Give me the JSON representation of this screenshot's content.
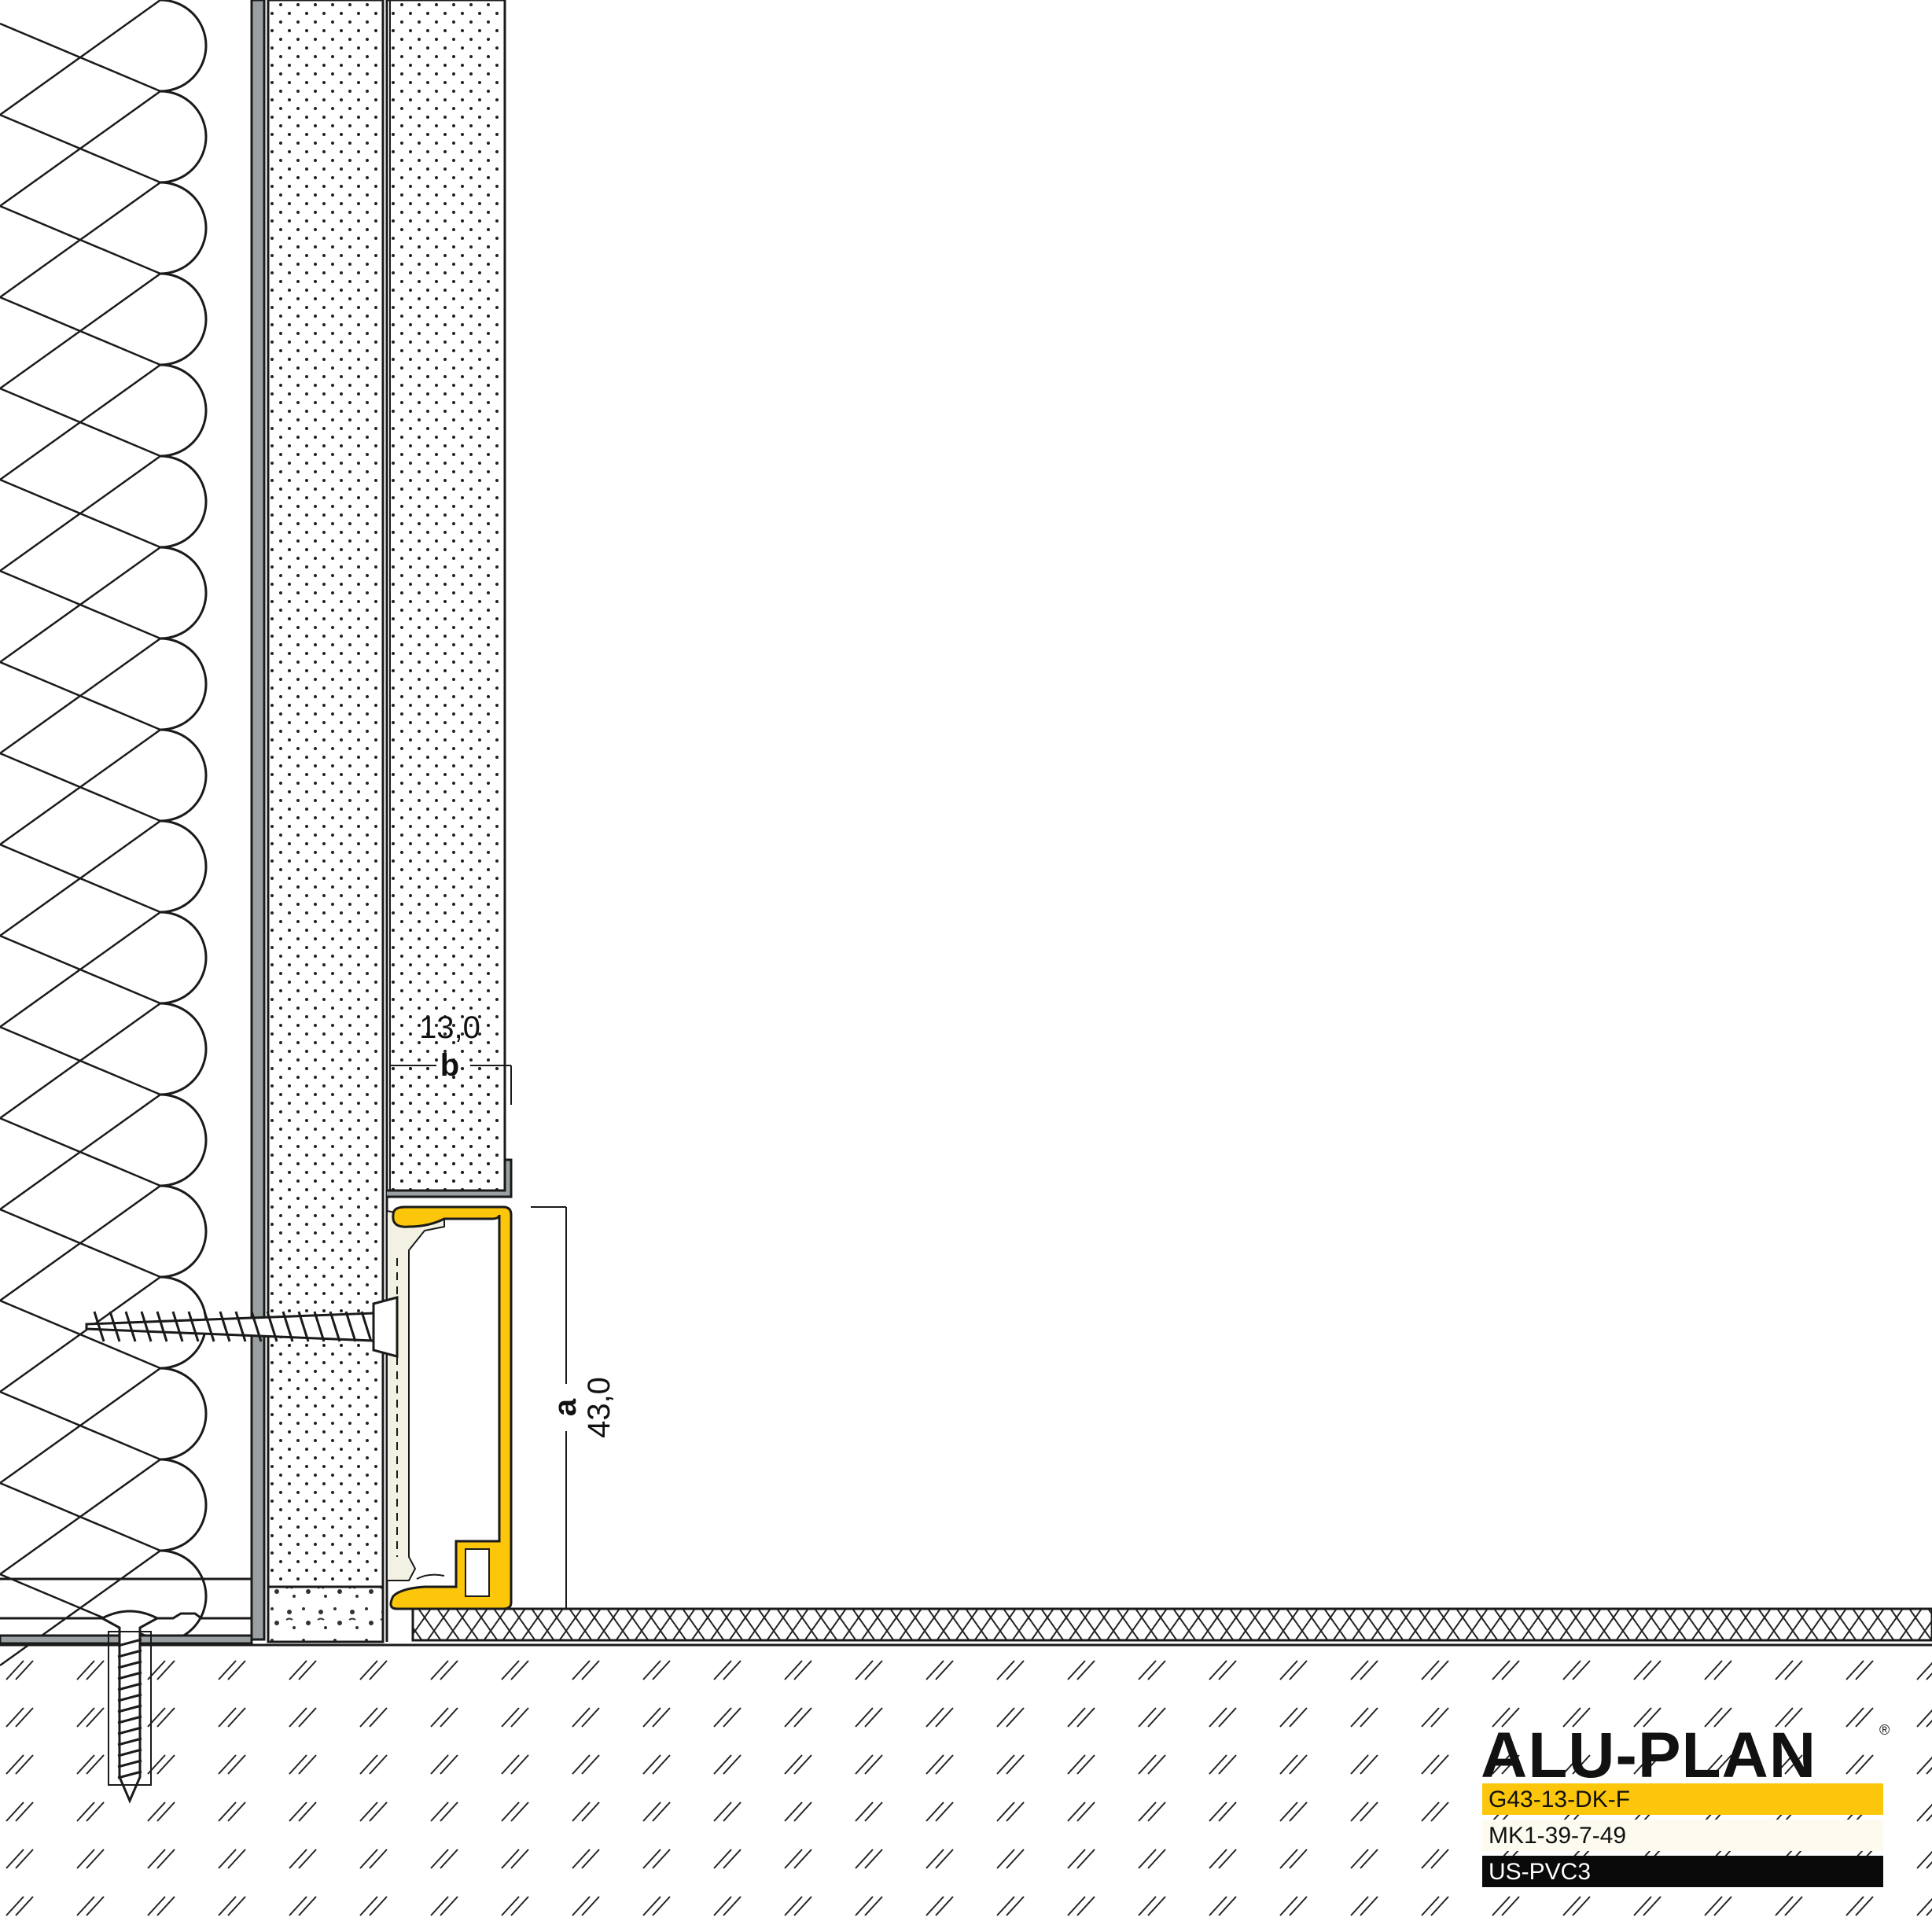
{
  "dimensions": {
    "b_letter": "b",
    "b_value": "13,0",
    "a_letter": "a",
    "a_value": "43,0"
  },
  "brand": {
    "name": "ALU-PLAN",
    "registered_mark": "®"
  },
  "codes": [
    {
      "label": "G43-13-DK-F",
      "bg": "#fcc60a",
      "fg": "#111111"
    },
    {
      "label": "MK1-39-7-49",
      "bg": "#fdfbf0",
      "fg": "#111111"
    },
    {
      "label": "US-PVC3",
      "bg": "#0a0a0a",
      "fg": "#ffffff"
    }
  ],
  "colors": {
    "profile": "#fcc60a",
    "adhesive": "#f3f1e4",
    "steel": "#9aa0a2",
    "line": "#1a1a1a"
  }
}
